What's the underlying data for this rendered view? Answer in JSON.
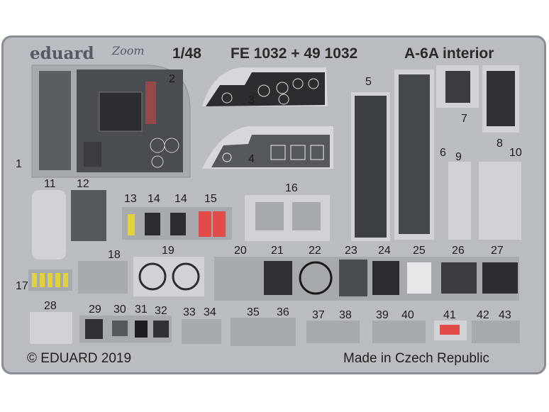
{
  "header": {
    "brand": "eduard",
    "zoom_mark": "Zoom",
    "scale": "1/48",
    "product_code": "FE 1032 + 49 1032",
    "title": "A-6A interior"
  },
  "footer": {
    "copyright": "© EDUARD 2019",
    "made_in": "Made in Czech Republic"
  },
  "part_numbers": {
    "p1": "1",
    "p2": "2",
    "p3": "3",
    "p4": "4",
    "p5": "5",
    "p6": "6",
    "p7": "7",
    "p8": "8",
    "p9": "9",
    "p10": "10",
    "p11": "11",
    "p12": "12",
    "p13": "13",
    "p14a": "14",
    "p14b": "14",
    "p15": "15",
    "p16": "16",
    "p17": "17",
    "p18": "18",
    "p19": "19",
    "p20": "20",
    "p21": "21",
    "p22": "22",
    "p23": "23",
    "p24": "24",
    "p25": "25",
    "p26": "26",
    "p27": "27",
    "p28": "28",
    "p29": "29",
    "p30": "30",
    "p31": "31",
    "p32": "32",
    "p33": "33",
    "p34": "34",
    "p35": "35",
    "p36": "36",
    "p37": "37",
    "p38": "38",
    "p39": "39",
    "p40": "40",
    "p41": "41",
    "p42": "42",
    "p43": "43"
  },
  "colors": {
    "fret": "#b9bcc1",
    "panel_dark": "#2b2d31",
    "panel_light": "#d9dbde",
    "accent_red": "#e34a4a",
    "accent_yellow": "#e2d13a"
  }
}
